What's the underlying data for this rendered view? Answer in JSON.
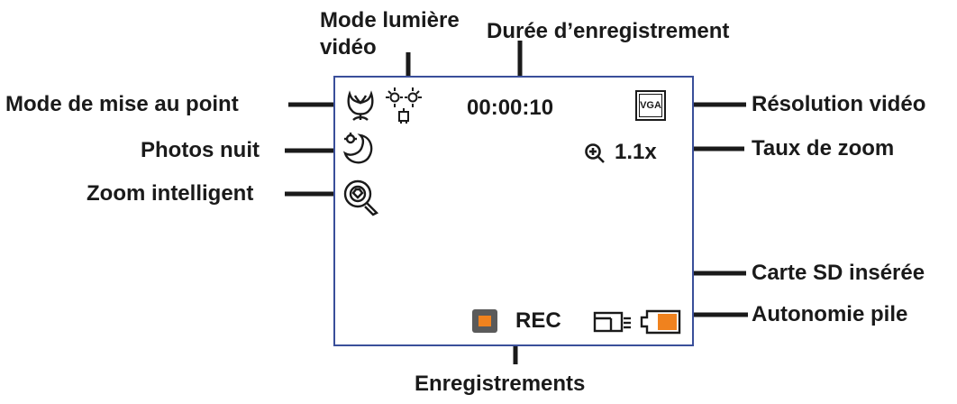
{
  "labels": {
    "light_mode": "Mode lumière\nvidéo",
    "duration": "Durée d’enregistrement",
    "focus_mode": "Mode de mise au point",
    "resolution": "Résolution vidéo",
    "night": "Photos nuit",
    "zoom_ratio": "Taux de zoom",
    "smart_zoom": "Zoom intelligent",
    "sd_card": "Carte SD insérée",
    "battery": "Autonomie pile",
    "recordings": "Enregistrements"
  },
  "screen": {
    "timer": "00:00:10",
    "zoom_value": "1.1x",
    "rec": "REC",
    "resolution_badge": "VGA"
  },
  "colors": {
    "frame": "#3a4f9a",
    "accent_orange": "#f0821e",
    "ink": "#1a1a1a"
  }
}
